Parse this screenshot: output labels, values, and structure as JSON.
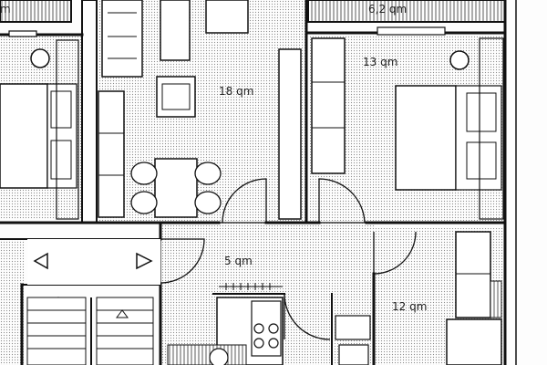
{
  "rooms": [
    {
      "id": "room-18",
      "label": "18 qm"
    },
    {
      "id": "room-13",
      "label": "13 qm"
    },
    {
      "id": "room-5",
      "label": "5 qm"
    },
    {
      "id": "room-12",
      "label": "12 qm"
    },
    {
      "id": "balcony-right",
      "label": "6,2 qm"
    },
    {
      "id": "balcony-left",
      "label": "m"
    }
  ],
  "colors": {
    "wall": "#111111",
    "dot": "#8a8a8a",
    "paper": "#fdfdfd",
    "line": "#222222"
  }
}
